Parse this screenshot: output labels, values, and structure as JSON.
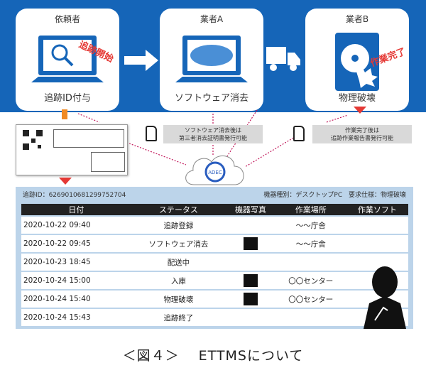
{
  "flow": [
    {
      "title": "依頼者",
      "caption": "追跡ID付与",
      "stamp": "追跡開始",
      "icon": "laptop-search-icon"
    },
    {
      "title": "業者A",
      "caption": "ソフトウェア消去",
      "icon": "laptop-erase-icon"
    },
    {
      "title": "業者B",
      "caption": "物理破壊",
      "stamp": "作業完了",
      "icon": "hard-disk-broken-icon"
    }
  ],
  "notes": {
    "software": [
      "ソフトウェア消去後は",
      "第三者消去証明書発行可能"
    ],
    "physical": [
      "作業完了後は",
      "追跡作業報告書発行可能"
    ]
  },
  "cloud_logo": "ADEC",
  "panel": {
    "tracking_id": "追跡ID：626901068129975​2704",
    "device_type": "機器種別：デスクトップPC",
    "requirement": "要求仕様：物理破壊",
    "columns": [
      "日付",
      "ステータス",
      "機器写真",
      "作業場所",
      "作業ソフト"
    ],
    "rows": [
      {
        "date": "2020-10-22 09:40",
        "status": "追跡登録",
        "photo": false,
        "place": "～～庁舎",
        "soft": ""
      },
      {
        "date": "2020-10-22 09:45",
        "status": "ソフトウェア消去",
        "photo": true,
        "place": "～～庁舎",
        "soft": ""
      },
      {
        "date": "2020-10-23 18:45",
        "status": "配送中",
        "photo": false,
        "place": "",
        "soft": ""
      },
      {
        "date": "2020-10-24 15:00",
        "status": "入庫",
        "photo": true,
        "place": "〇〇センター",
        "soft": ""
      },
      {
        "date": "2020-10-24 15:40",
        "status": "物理破壊",
        "photo": true,
        "place": "〇〇センター",
        "soft": ""
      },
      {
        "date": "2020-10-24 15:43",
        "status": "追跡終了",
        "photo": false,
        "place": "",
        "soft": ""
      }
    ]
  },
  "caption": "＜図４＞　 ETTMSについて",
  "colors": {
    "band": "#1565b8",
    "accent": "#e53935",
    "panel": "#bcd4ea"
  }
}
